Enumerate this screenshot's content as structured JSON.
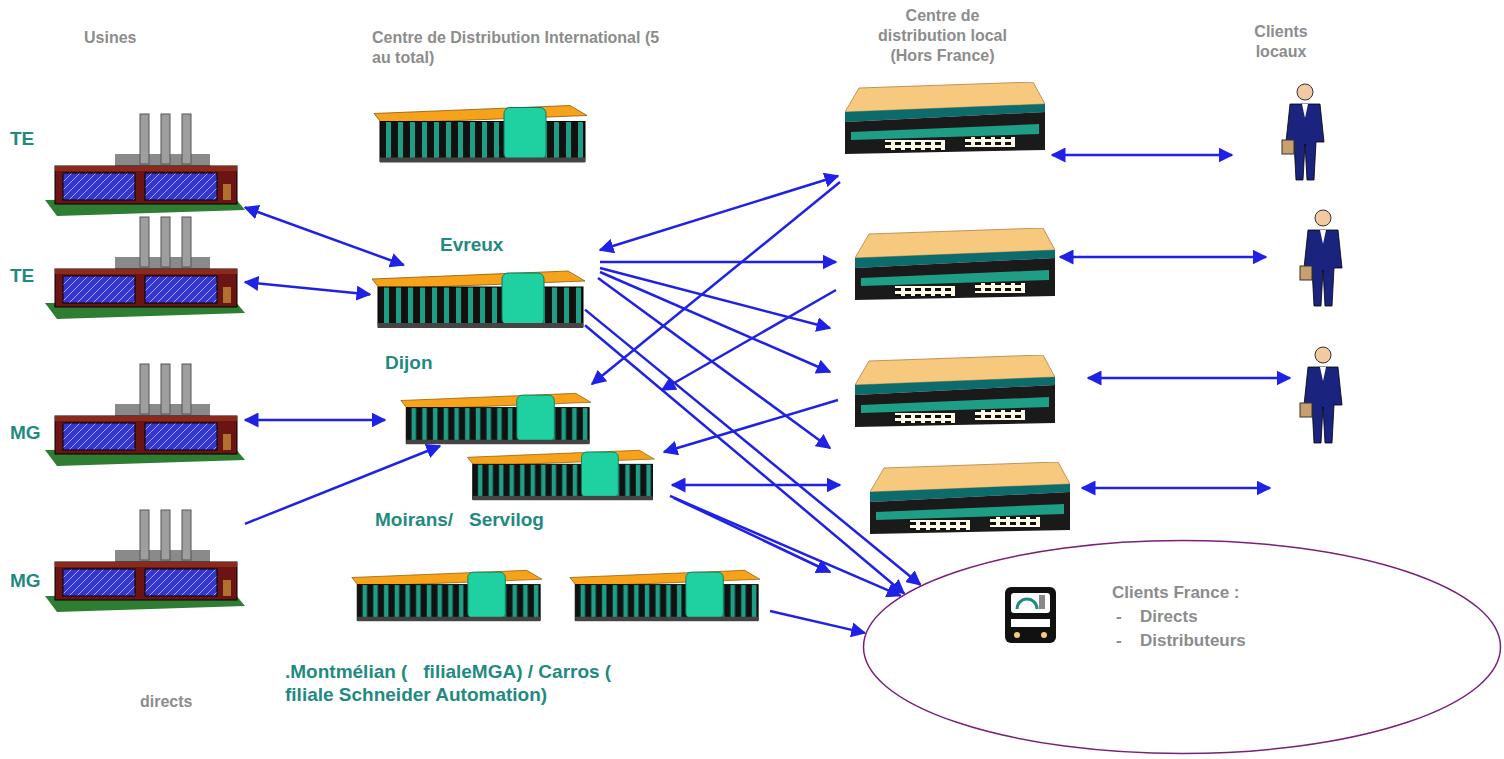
{
  "diagram": {
    "nodes": [
      {
        "text": [
          "TE"
        ]
      },
      {
        "text": [
          "TE"
        ]
      },
      {
        "text": [
          "MG"
        ]
      },
      {
        "text": [
          "MG"
        ]
      },
      {
        "text": [
          "Evreux"
        ]
      },
      {
        "text": [
          "Dijon"
        ]
      },
      {
        "text": [
          "Moirans/   Servilog"
        ]
      },
      {
        "text": [
          ".Montmélian (   filialeMGA) / Carros (  filiale Schneider Automation)"
        ]
      },
      {
        "text": [
          "Clients France :",
          "-",
          "Directs",
          "-",
          "Distributeurs"
        ]
      }
    ],
    "edges": [
      {
        "from": 0,
        "to": 4,
        "arrow": "both"
      },
      {
        "from": 1,
        "to": 4,
        "arrow": "both"
      },
      {
        "from": 2,
        "to": 5,
        "arrow": "both"
      },
      {
        "from": 3,
        "to": 5,
        "arrow": "to"
      },
      {
        "from": 4,
        "to": 8,
        "arrow": "to"
      },
      {
        "from": 4,
        "to": 8,
        "arrow": "to"
      },
      {
        "from": 6,
        "to": 8,
        "arrow": "to"
      },
      {
        "from": 7,
        "to": 8,
        "arrow": "to"
      }
    ],
    "labels": [
      "Usines",
      "Centre de Distribution International (5 au total)",
      "Centre de distribution local (Hors France)",
      "Clients locaux",
      "directs"
    ]
  }
}
